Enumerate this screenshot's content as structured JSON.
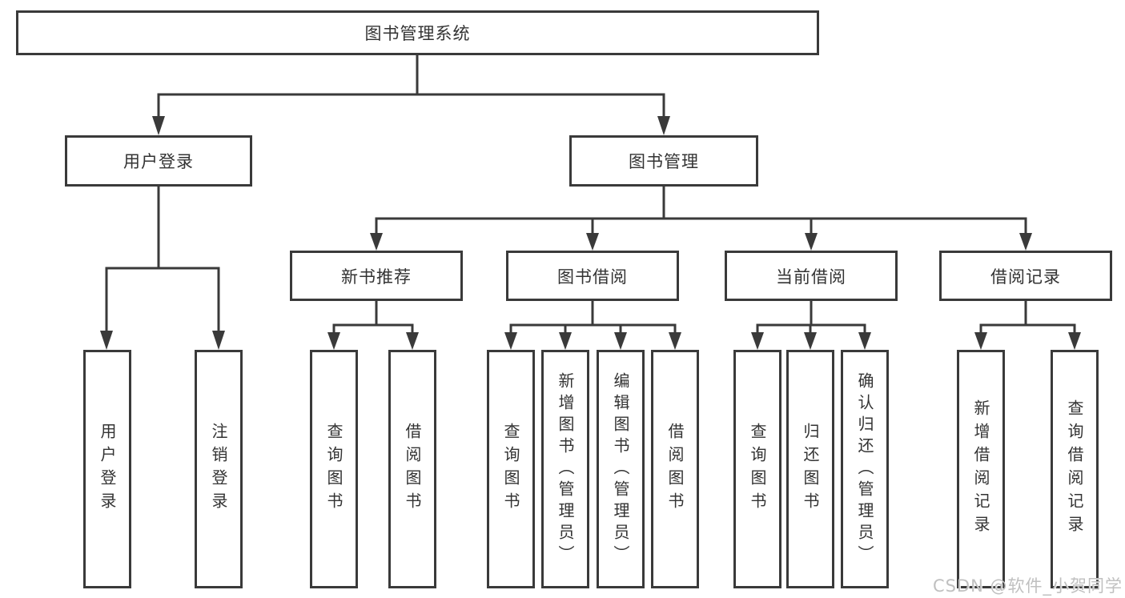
{
  "diagram": {
    "root": "图书管理系统",
    "user_login": {
      "label": "用户登录",
      "children": [
        "用户登录",
        "注销登录"
      ]
    },
    "book_management": {
      "label": "图书管理",
      "groups": [
        {
          "label": "新书推荐",
          "children": [
            "查询图书",
            "借阅图书"
          ]
        },
        {
          "label": "图书借阅",
          "children": [
            "查询图书",
            "新增图书（管理员）",
            "编辑图书（管理员）",
            "借阅图书"
          ]
        },
        {
          "label": "当前借阅",
          "children": [
            "查询图书",
            "归还图书",
            "确认归还（管理员）"
          ]
        },
        {
          "label": "借阅记录",
          "children": [
            "新增借阅记录",
            "查询借阅记录"
          ]
        }
      ]
    }
  },
  "watermark": "CSDN @软件_小贺同学",
  "colors": {
    "line": "#3a3a3a",
    "text": "#333333",
    "watermark": "#c0c0c0",
    "background": "#ffffff"
  }
}
